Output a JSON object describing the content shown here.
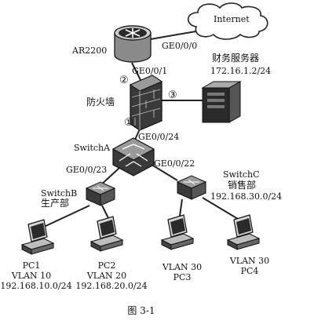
{
  "cloud": {
    "label": "Internet"
  },
  "router": {
    "name": "AR2200",
    "port_top": "GE0/0/0",
    "port_bottom": "GE0/0/1"
  },
  "firewall": {
    "name": "防火墙"
  },
  "server": {
    "name": "财务服务器",
    "ip": "172.16.1.2/24"
  },
  "markers": {
    "m1": "①",
    "m2": "②",
    "m3": "③"
  },
  "switchA": {
    "name": "SwitchA",
    "port_up": "GE0/0/24",
    "port_left": "GE0/0/23",
    "port_right": "GE0/0/22"
  },
  "switchB": {
    "name": "SwitchB",
    "dept": "生产部"
  },
  "switchC": {
    "name": "SwitchC",
    "dept": "销售部",
    "subnet": "192.168.30.0/24"
  },
  "pcs": [
    {
      "line1": "PC1",
      "line2": "VLAN 10",
      "line3": "192.168.10.0/24"
    },
    {
      "line1": "PC2",
      "line2": "VLAN 20",
      "line3": "192.168.20.0/24"
    },
    {
      "line1": "VLAN 30",
      "line2": "PC3"
    },
    {
      "line1": "VLAN 30",
      "line2": "PC4"
    }
  ],
  "caption": "图 3-1"
}
